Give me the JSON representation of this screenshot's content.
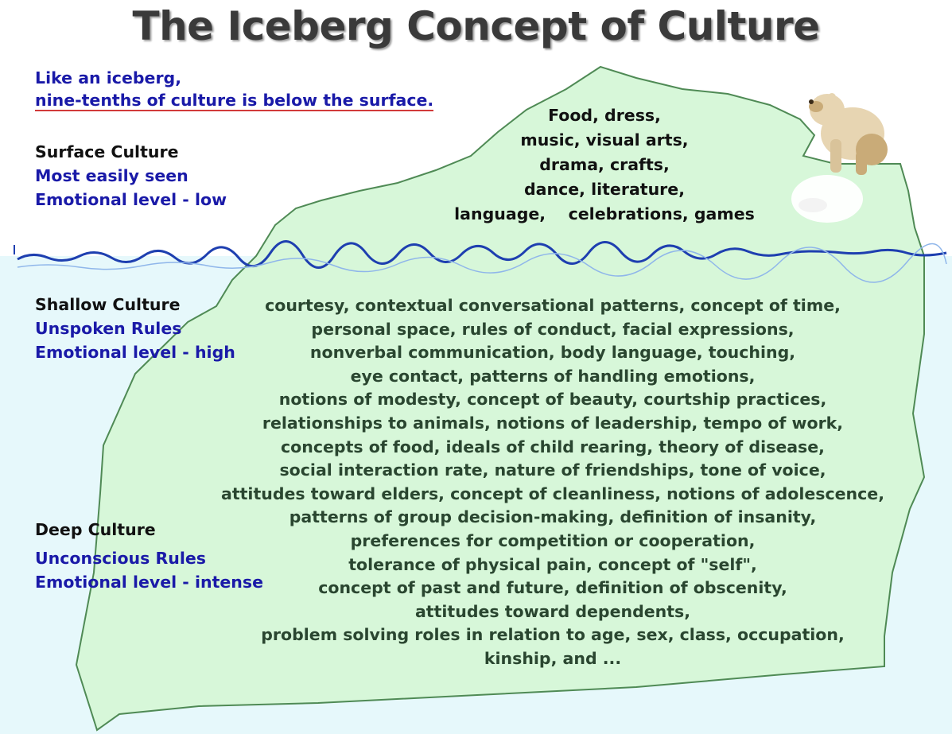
{
  "title": "The  Iceberg Concept of Culture",
  "intro": {
    "line1": "Like an iceberg,",
    "line2": "nine-tenths of culture is below the surface."
  },
  "surface": {
    "heading": "Surface Culture",
    "line1": "Most easily seen",
    "line2": "Emotional level - low"
  },
  "shallow": {
    "heading": "Shallow Culture",
    "line1": "Unspoken Rules",
    "line2": "Emotional level - high"
  },
  "deep": {
    "heading": "Deep Culture",
    "line1": "Unconscious Rules",
    "line2": "Emotional level - intense"
  },
  "surface_items": [
    "Food, dress,",
    "music, visual arts,",
    "drama, crafts,",
    "dance, literature,",
    "language,    celebrations, games"
  ],
  "deep_items": [
    "courtesy, contextual conversational patterns, concept of time,",
    "personal space, rules of conduct, facial expressions,",
    "nonverbal communication, body language, touching,",
    "eye contact, patterns of handling emotions,",
    "notions of modesty, concept of beauty, courtship practices,",
    "relationships to animals, notions of leadership, tempo of work,",
    "concepts of food, ideals of child rearing, theory of disease,",
    "social interaction rate, nature of friendships, tone of voice,",
    "attitudes toward elders, concept of cleanliness, notions of adolescence,",
    "patterns of group decision-making, definition of insanity,",
    "preferences for competition or cooperation,",
    "tolerance of physical pain, concept of \"self\",",
    "concept of past and future, definition of obscenity,",
    "attitudes toward dependents,",
    "problem solving roles in relation to age, sex, class, occupation,",
    "kinship, and ..."
  ],
  "colors": {
    "ice_fill": "#d7f7d9",
    "ice_stroke": "#4f8a55",
    "water_fill": "#e6f8fb",
    "waterline": "#1e3fb0",
    "label_blue": "#1a1aa8"
  }
}
